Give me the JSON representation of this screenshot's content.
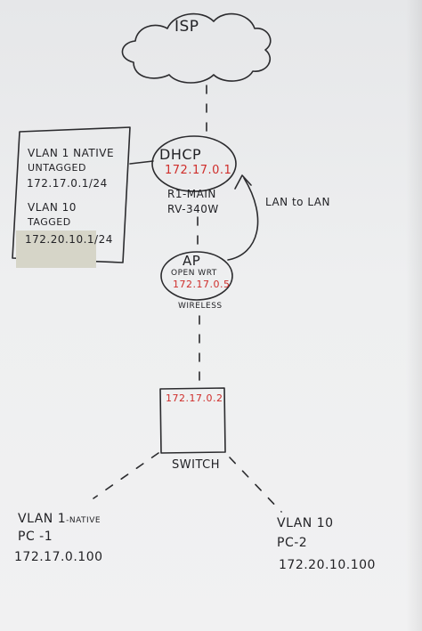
{
  "isp": {
    "label": "ISP"
  },
  "router": {
    "service": "DHCP",
    "ip": "172.17.0.1",
    "name": "R1-MAIN",
    "model": "RV-340W"
  },
  "vlan_box": {
    "vlan1_title": "VLAN 1 NATIVE",
    "vlan1_mode": "UNTAGGED",
    "vlan1_ip": "172.17.0.1/24",
    "vlan10_title": "VLAN 10",
    "vlan10_mode": "TAGGED",
    "vlan10_ip": "172.20.10.1/24"
  },
  "lan_link": {
    "label": "LAN to LAN"
  },
  "ap": {
    "label": "AP",
    "firmware": "OPEN WRT",
    "ip": "172.17.0.5",
    "note": "WIRELESS"
  },
  "switch": {
    "ip": "172.17.0.2",
    "label": "SWITCH"
  },
  "pc1": {
    "vlan": "VLAN 1",
    "vlan_note": "-NATIVE",
    "name": "PC -1",
    "ip": "172.17.0.100"
  },
  "pc2": {
    "vlan": "VLAN 10",
    "name": "PC-2",
    "ip": "172.20.10.100"
  },
  "colors": {
    "ink": "#2b2b2e",
    "ip_red": "#cf2e2b",
    "paper": "#eeeff0",
    "highlight": "#d6d5c8"
  }
}
